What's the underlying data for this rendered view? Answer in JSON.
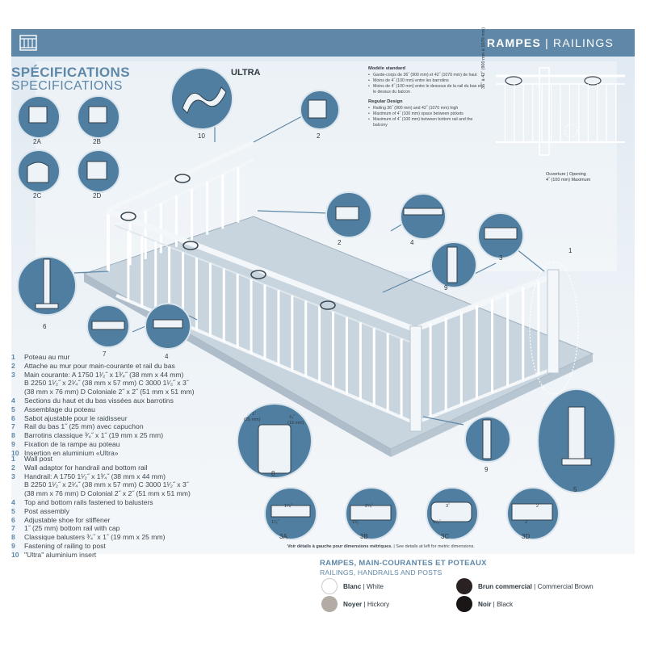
{
  "header": {
    "title_fr": "RAMPES",
    "title_sep": " | ",
    "title_en": "RAILINGS",
    "logo": "railing-logo-icon"
  },
  "specs": {
    "title_fr": "SPÉCIFICATIONS",
    "title_en": "SPECIFICATIONS",
    "ultra_label": "ULTRA"
  },
  "standard": {
    "heading_fr": "Modèle standard",
    "items_fr": [
      "Garde-corps de 36˝ (900 mm) et 42˝ (1070 mm) de haut",
      "Moins de 4˝ (100 mm) entre les barrotins",
      "Moins de 4˝ (100 mm) entre le dessous de la rail du bas et le dessus du balcon"
    ],
    "heading_en": "Regular Design",
    "items_en": [
      "Railing 36˝ (900 mm) and 42˝ (1070 mm) high",
      "Maximum of 4˝ (100 mm) space between pickets",
      "Maximum of 4˝ (100 mm) between bottom rail and the balcony"
    ]
  },
  "diagram": {
    "height_label": "36˝ à 42˝",
    "height_sub": "(900 mm à 1070 mm)",
    "opening_label": "Ouverture | Opening",
    "opening_sub": "4˝ (100 mm) Maximum"
  },
  "callouts": [
    "2A",
    "2B",
    "2C",
    "2D",
    "10",
    "2",
    "2",
    "4",
    "3",
    "1",
    "9",
    "6",
    "7",
    "4",
    "8",
    "9",
    "5",
    "3A",
    "3B",
    "3C",
    "3D"
  ],
  "legend_fr": [
    {
      "num": "1",
      "text": "Poteau au mur"
    },
    {
      "num": "2",
      "text": "Attache au mur pour main-courante et rail du bas"
    },
    {
      "num": "3",
      "text": "Main courante: A 1750 1¹⁄₂˝ x 1³⁄₄˝ (38 mm x 44 mm)"
    },
    {
      "num": "",
      "text": "B 2250 1¹⁄₂˝ x 2¹⁄₄˝ (38 mm x 57 mm) C 3000 1¹⁄₂˝ x 3˝"
    },
    {
      "num": "",
      "text": "(38 mm x 76 mm) D Coloniale 2˝ x 2˝ (51 mm x 51 mm)"
    },
    {
      "num": "4",
      "text": "Sections du haut et du bas vissées aux barrotins"
    },
    {
      "num": "5",
      "text": "Assemblage du poteau"
    },
    {
      "num": "6",
      "text": "Sabot ajustable pour le raidisseur"
    },
    {
      "num": "7",
      "text": "Rail du bas 1˝ (25 mm) avec capuchon"
    },
    {
      "num": "8",
      "text": "Barrotins classique ³⁄₄˝ x 1˝ (19 mm x 25 mm)"
    },
    {
      "num": "9",
      "text": "Fixation de la rampe au poteau"
    },
    {
      "num": "10",
      "text": "Insertion en aluminium «Ultra»"
    }
  ],
  "legend_en": [
    {
      "num": "1",
      "text": "Wall post"
    },
    {
      "num": "2",
      "text": "Wall adaptor for handrail and bottom rail"
    },
    {
      "num": "3",
      "text": "Handrail: A 1750 1¹⁄₂˝ x 1³⁄₄˝ (38 mm x 44 mm)"
    },
    {
      "num": "",
      "text": "B 2250 1¹⁄₂˝ x 2¹⁄₄˝ (38 mm x 57 mm) C 3000 1¹⁄₂˝ x 3˝"
    },
    {
      "num": "",
      "text": "(38 mm x 76 mm) D Colonial 2˝ x 2˝ (51 mm x 51 mm)"
    },
    {
      "num": "4",
      "text": "Top and bottom rails fastened to balusters"
    },
    {
      "num": "5",
      "text": "Post assembly"
    },
    {
      "num": "6",
      "text": "Adjustable shoe for stiffener"
    },
    {
      "num": "7",
      "text": "1˝ (25 mm) bottom rail with cap"
    },
    {
      "num": "8",
      "text": "Classique balusters ³⁄₄˝ x 1˝ (19 mm x 25 mm)"
    },
    {
      "num": "9",
      "text": "Fastening of railing to post"
    },
    {
      "num": "10",
      "text": "\"Ultra\" aluminium insert"
    }
  ],
  "dims": {
    "d8_top_left": "1˝",
    "d8_top_left_sub": "(25 mm)",
    "d8_top_right": "³⁄₄˝",
    "d8_top_right_sub": "(19 mm)",
    "d3a_a": "1³⁄₄˝",
    "d3a_b": "1¹⁄₂˝",
    "d3b_a": "2¹⁄₄˝",
    "d3b_b": "1¹⁄₂˝",
    "d3c_a": "3˝",
    "d3c_b": "1¹⁄₂˝",
    "d3d_a": "2˝",
    "d3d_b": "2˝"
  },
  "metric_note": {
    "fr": "Voir détails à gauche pour dimensions métriques.",
    "sep": " | ",
    "en": "See details at left for metric dimensions."
  },
  "colors": {
    "title_fr": "RAMPES, MAIN-COURANTES ET POTEAUX",
    "title_en": "RAILINGS, HANDRAILS AND POSTS",
    "items": [
      {
        "fr": "Blanc",
        "en": "White",
        "hex": "#ffffff"
      },
      {
        "fr": "Brun commercial",
        "en": "Commercial Brown",
        "hex": "#2a2222"
      },
      {
        "fr": "Noyer",
        "en": "Hickory",
        "hex": "#b3aca4"
      },
      {
        "fr": "Noir",
        "en": "Black",
        "hex": "#1a1616"
      }
    ]
  },
  "theme": {
    "accent": "#5e87a8",
    "callout_fill": "#4f7ea0",
    "sheet_bg": "#e6eef4"
  }
}
